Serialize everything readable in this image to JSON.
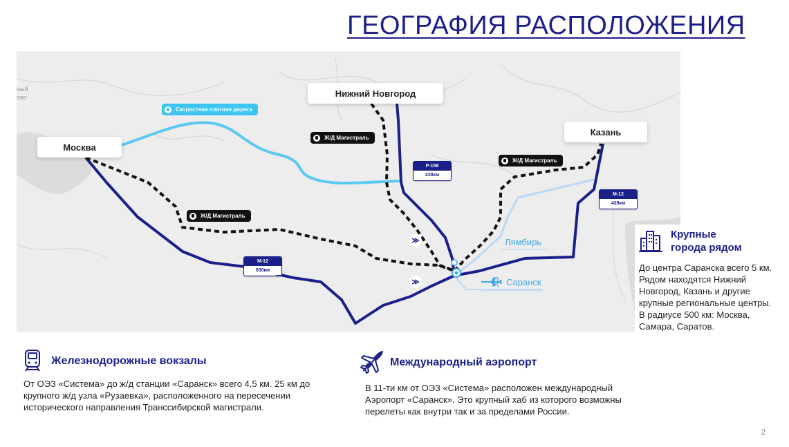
{
  "title": "ГЕОГРАФИЯ РАСПОЛОЖЕНИЯ",
  "map": {
    "cities": {
      "moscow": "Москва",
      "nizhny": "Нижний Новгород",
      "kazan": "Казань",
      "saransk": "Саранск",
      "lyambir": "Лямбирь"
    },
    "badges": {
      "toll_road": "Скоростная платная дорога",
      "rail_1": "Ж/Д Магистраль",
      "rail_2": "Ж/Д Магистраль",
      "rail_3": "Ж/Д Магистраль"
    },
    "roads": {
      "r158": {
        "name": "Р-158",
        "distance": "238км"
      },
      "m12_east": {
        "name": "М-12",
        "distance": "428км"
      },
      "m12_west": {
        "name": "М-12",
        "distance": "630км"
      }
    },
    "edge_text": [
      "ный",
      "ово"
    ],
    "colors": {
      "route": "#1b1f8a",
      "toll": "#5bc8ef",
      "rail": "#111111",
      "local": "#bcd8f3",
      "land": "#ededed"
    }
  },
  "side": {
    "heading_line1": "Крупные",
    "heading_line2": "города рядом",
    "text": "До центра Саранска всего 5 км. Рядом находятся Нижний Новгород, Казань и другие  крупные региональные центры. В радиусе 500 км: Москва, Самара, Саратов."
  },
  "rail": {
    "heading": "Железнодорожные вокзалы",
    "text": "От ОЭЗ «Система» до ж/д станции «Саранск» всего 4,5 км. 25 км до крупного ж/д узла «Рузаевка», расположенного на пересечении исторического направления Транссибирской магистрали."
  },
  "airport": {
    "heading": "Международный аэропорт",
    "text": "В 11-ти км от ОЭЗ «Система» расположен международный Аэропорт «Саранск». Это крупный хаб из которого возможны перелеты как внутри так и за пределами России."
  },
  "page_number": "2"
}
